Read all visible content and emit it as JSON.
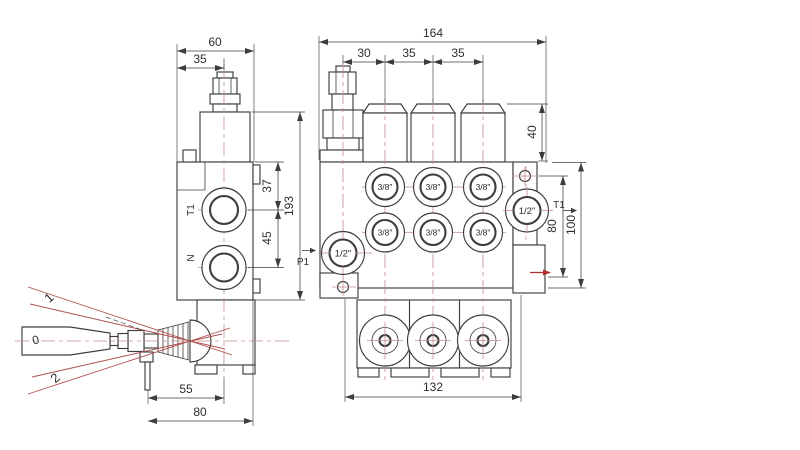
{
  "left_view": {
    "dim_width_total": "60",
    "dim_relief_offset": "35",
    "dim_port_t1_from_top": "37",
    "dim_port_spacing": "45",
    "dim_height_total": "193",
    "port_t1_label": "T1",
    "port_n_label": "N",
    "lever_position_up": "1",
    "lever_position_neutral": "0",
    "lever_position_down": "2",
    "dim_drain_to_axis": "55",
    "dim_depth_total": "80"
  },
  "right_view": {
    "dim_width_total": "164",
    "dim_relief_to_section1": "30",
    "dim_section_spacing_1": "35",
    "dim_section_spacing_2": "35",
    "dim_cap_height": "40",
    "dim_t1_span": "80",
    "dim_body_height": "100",
    "dim_section_span": "132",
    "port_inlet_label": "P1",
    "port_tank_label": "T1",
    "work_port_size": "3/8\"",
    "main_port_size": "1/2\""
  },
  "colors": {
    "background": "#ffffff",
    "object_line": "#3d3d3d",
    "centerline": "#c58c8c",
    "lever_position_line": "#b05050",
    "flow_arrow": "#b03030"
  }
}
